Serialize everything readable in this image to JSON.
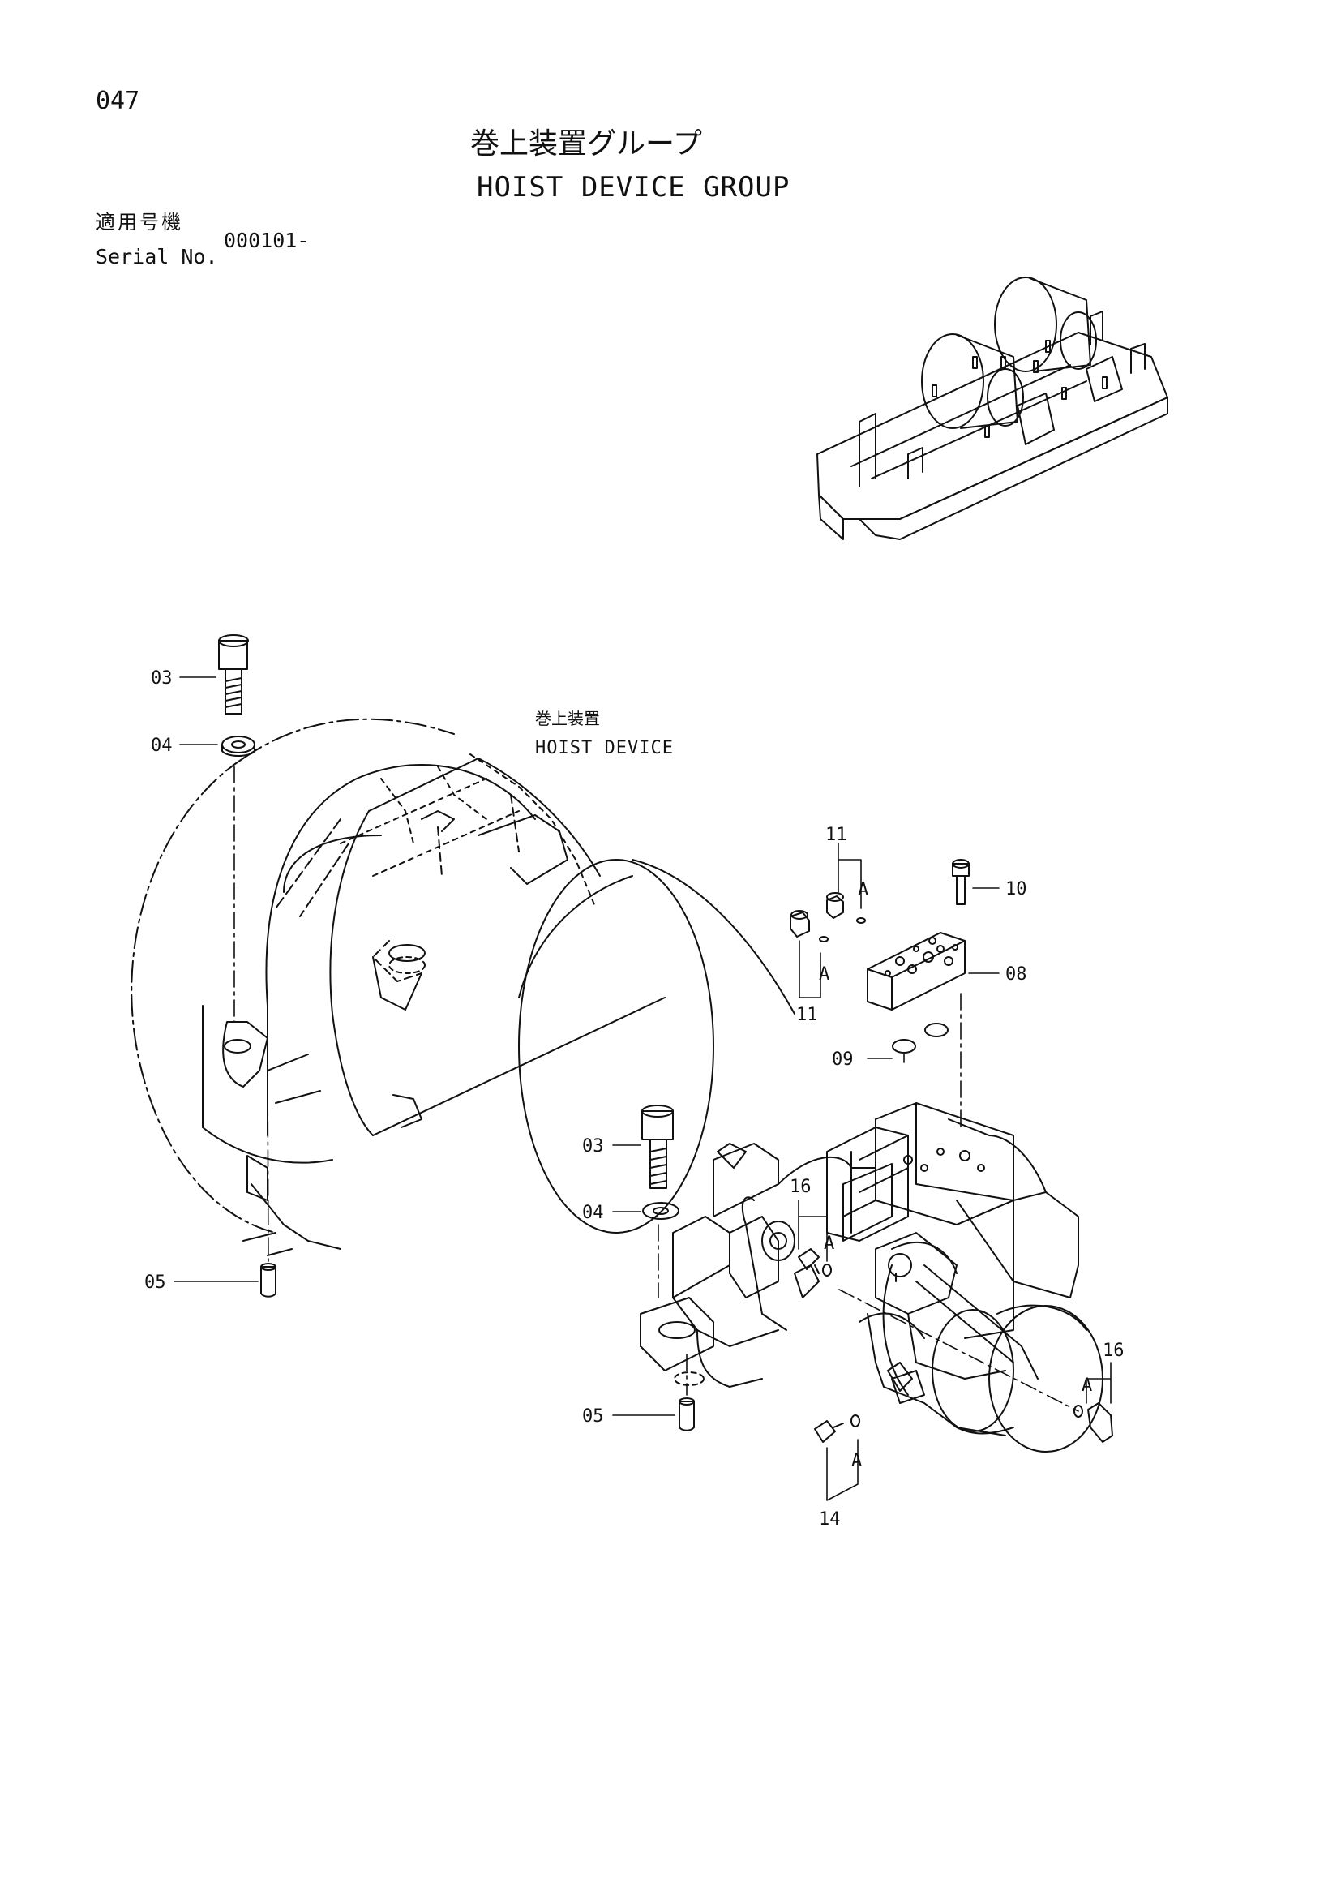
{
  "page_number": "047",
  "title_jp": "巻上装置グループ",
  "title_en": "HOIST DEVICE GROUP",
  "serial": {
    "label_jp": "適用号機",
    "label_en": "Serial No.",
    "value": "000101-"
  },
  "subassembly": {
    "label_jp": "巻上装置",
    "label_en": "HOIST DEVICE"
  },
  "callouts": {
    "c03a": "03",
    "c04a": "04",
    "c05a": "05",
    "c11a": "11",
    "c11b": "11",
    "c10": "10",
    "c08": "08",
    "c09": "09",
    "c03b": "03",
    "c04b": "04",
    "c05b": "05",
    "c16a": "16",
    "c16b": "16",
    "c14": "14",
    "cA1": "A",
    "cA2": "A",
    "cA3": "A",
    "cA4": "A",
    "cA5": "A"
  },
  "colors": {
    "line": "#111111",
    "paper": "#ffffff"
  }
}
